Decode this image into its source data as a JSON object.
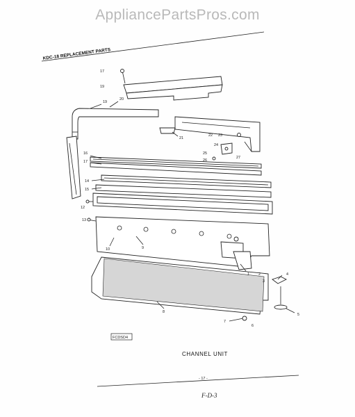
{
  "watermark": "AppliancePartsPros.com",
  "header": "KDC-18 REPLACEMENT PARTS",
  "caption": "CHANNEL UNIT",
  "page_mark": "- 17 -",
  "page_code": "F-D-3",
  "stamp": "FCDSD4",
  "callouts": [
    {
      "n": "17"
    },
    {
      "n": "19"
    },
    {
      "n": "19"
    },
    {
      "n": "20"
    },
    {
      "n": "21"
    },
    {
      "n": "22"
    },
    {
      "n": "23"
    },
    {
      "n": "24"
    },
    {
      "n": "25"
    },
    {
      "n": "26"
    },
    {
      "n": "27"
    },
    {
      "n": "16"
    },
    {
      "n": "17"
    },
    {
      "n": "14"
    },
    {
      "n": "15"
    },
    {
      "n": "12"
    },
    {
      "n": "13"
    },
    {
      "n": "10"
    },
    {
      "n": "9"
    },
    {
      "n": "1"
    },
    {
      "n": "2"
    },
    {
      "n": "3"
    },
    {
      "n": "4"
    },
    {
      "n": "5"
    },
    {
      "n": "6"
    },
    {
      "n": "7"
    },
    {
      "n": "8"
    }
  ]
}
